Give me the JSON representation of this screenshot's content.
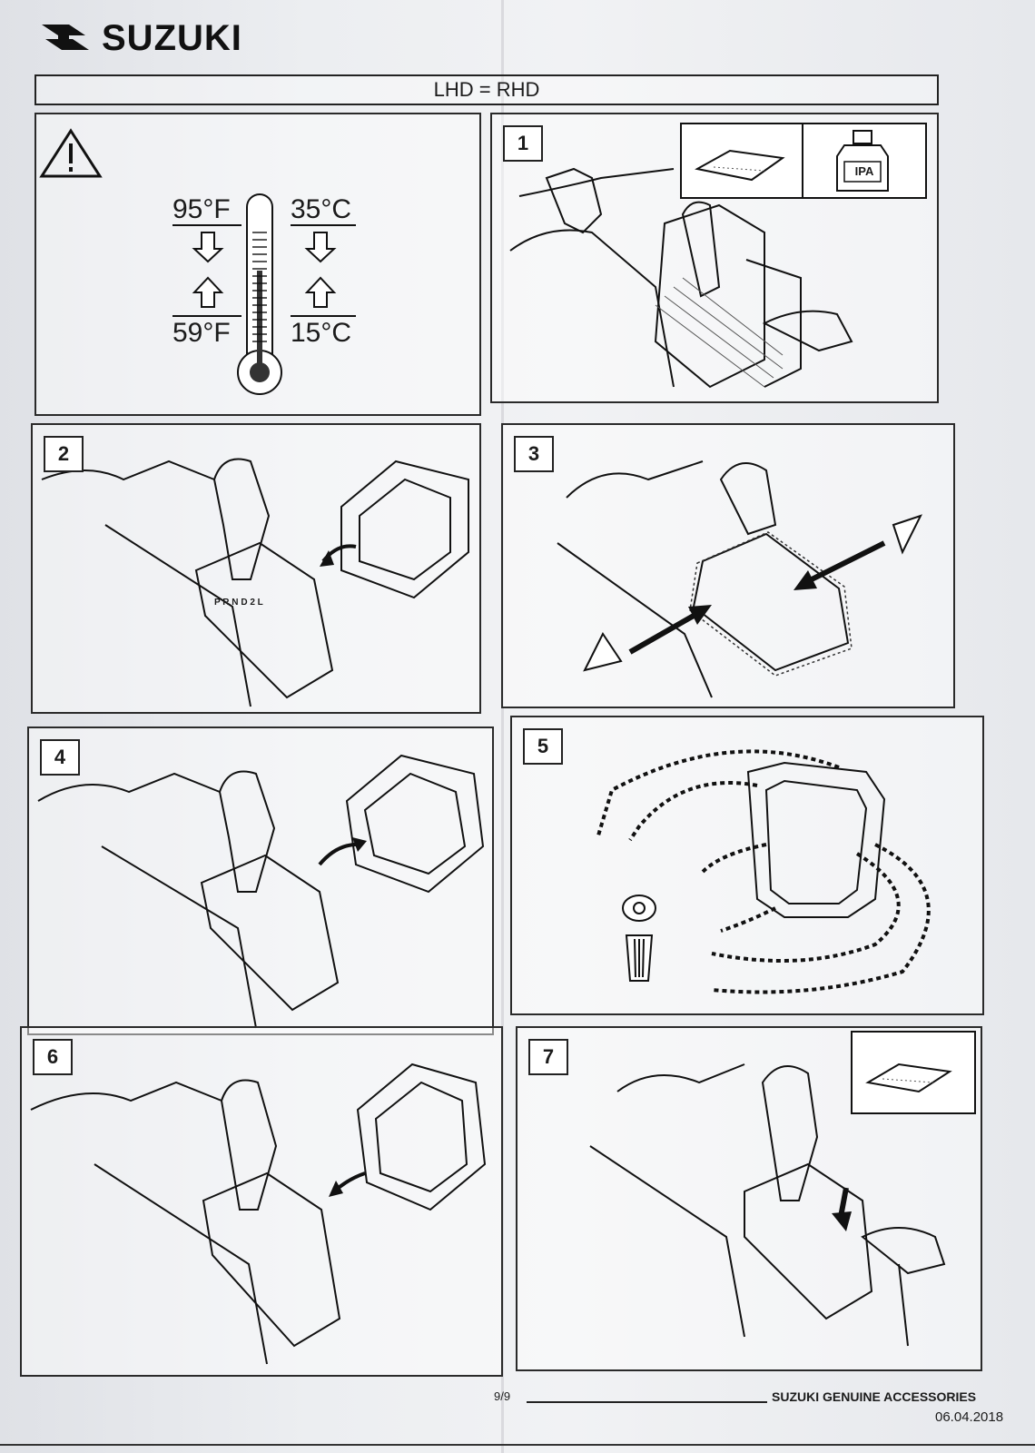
{
  "header": {
    "brand": "SUZUKI",
    "banner": "LHD = RHD"
  },
  "warning": {
    "temp_top_f": "95°F",
    "temp_top_c": "35°C",
    "temp_bottom_f": "59°F",
    "temp_bottom_c": "15°C"
  },
  "steps": [
    "1",
    "2",
    "3",
    "4",
    "5",
    "6",
    "7"
  ],
  "step1": {
    "ipa_label": "IPA"
  },
  "gear_letters": [
    "P",
    "R",
    "N",
    "D",
    "2",
    "L"
  ],
  "footer": {
    "page": "9/9",
    "brand": "SUZUKI GENUINE ACCESSORIES",
    "date": "06.04.2018"
  }
}
